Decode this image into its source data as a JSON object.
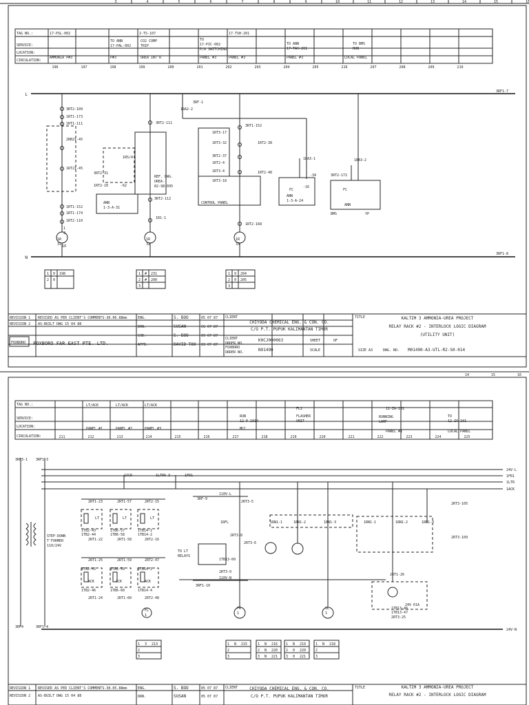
{
  "sheet1": {
    "columns": [
      "3",
      "4",
      "5",
      "6",
      "7",
      "8",
      "9",
      "10",
      "11",
      "12",
      "13",
      "14",
      "15",
      "16"
    ],
    "table": {
      "labels": [
        "TAG NO.:",
        "SERVICE:",
        "LOCATION:",
        "CIRCULATION:"
      ],
      "tags": [
        "17-PSL-002",
        "2-TS-107",
        "17-TSH-201"
      ],
      "services": [
        "TO ANN\n17-PAL-002",
        "CO2 COMP\nTRIP",
        "TO\n17-PIC-002\nP/A SWITCHING",
        "TO ANN\n17-TAH-201",
        "TO BMS\nRUN"
      ],
      "locations": [
        "AMMONIA P#3",
        "P#3",
        "UREA INT'R",
        "PANEL #3",
        "PANEL #3",
        "PANEL #3",
        "LOCAL PANEL"
      ],
      "circulation": [
        "196",
        "197",
        "198",
        "199",
        "200",
        "201",
        "202",
        "203",
        "204",
        "205",
        "216",
        "207",
        "208",
        "209",
        "210"
      ]
    },
    "bus_left": "L",
    "bus_right_top": "3RF1-7",
    "bus_right_bottom": "3RF1-8",
    "bus_n": "N",
    "labels": [
      "3RT2-109",
      "1RT1-173",
      "1RT1-111",
      "1RA2-2",
      "3RT2-111",
      "3RT1-152",
      "2RB2I-45",
      "1RT2I-45",
      "1R5/4",
      "3RT2-31",
      "1RT2-10",
      "1RT3-17",
      "1RT3-32",
      "3RT2-37",
      "1RT2-4",
      "1RT3-4",
      "1RT2-38",
      "1RT2-48",
      "1RT3-18",
      "3RF-1",
      "ANN\n1-3-A-31",
      "REF. DWG.\nUREA-\n82-SB-095",
      "3RT2-112",
      "1R1-1",
      "1RT1-152",
      "1RT1-174",
      "1RT2-110",
      "CONTROL PANEL",
      "1RT2-168",
      "ANN\n1-3-A-24",
      "3RT2-172",
      "1RA3-1",
      "1RA3-2",
      "ANN",
      "BMS",
      "FC",
      "FC",
      "-62",
      "-34",
      "-16",
      "YP",
      "1R\n31",
      "1R\n32",
      "1R\n33",
      "10",
      "1",
      "2"
    ],
    "xref": [
      {
        "rows": [
          [
            "1",
            "0",
            "198"
          ],
          [
            "2",
            "0",
            ""
          ]
        ]
      },
      {
        "rows": [
          [
            "1",
            "#",
            "231"
          ],
          [
            "2",
            "#",
            "200"
          ],
          [
            "3",
            "",
            ""
          ]
        ]
      },
      {
        "rows": [
          [
            "1",
            "9",
            "204"
          ],
          [
            "2",
            "0",
            "205"
          ],
          [
            "3",
            "",
            ""
          ]
        ]
      }
    ],
    "titleblock": {
      "revisions": [
        {
          "label": "REVISION 1",
          "text": "REVISED AS PER CLIENT'S COMMENTS-30.06.88mm"
        },
        {
          "label": "REVISION 2",
          "text": "AS-BUILT DWG  15 04 88"
        }
      ],
      "roles": [
        "ENG.",
        "DRN.",
        "CHD.",
        "APPD."
      ],
      "names": [
        "S. BOO",
        "SUSAN",
        "S. BOO",
        "DAVID TOO"
      ],
      "dates": [
        "05 07 87",
        "CG 07 87",
        "09 07 87",
        "03 07 87"
      ],
      "client_label": "CLIENT",
      "client_lines": [
        "CHIYODA CHEMICAL ENG. & CON. CO.",
        "C/O P.T. PUPUK KALIMANTAN TIMUR"
      ],
      "client_order_label": "CLIENT\nORDER NO.",
      "client_order": "K0CJ000063",
      "foxboro_order_label": "FOXBORO\nORDER NO.",
      "foxboro_order": "N91490",
      "sheet_label": "SHEET",
      "of_label": "OF",
      "scale_label": "SCALE",
      "size_label": "SIZE A3",
      "dwg_label": "DWG. NO.",
      "dwg_no": "M01490-A3-UTL-R2-S0-014",
      "title_label": "TITLE",
      "title_lines": [
        "KALTIM 3 AMMONIA-UREA PROJECT",
        "RELAY RACK #2 - INTERLOCK LOGIC DIAGRAM",
        "(UTILITY UNIT)"
      ],
      "company": "FOXBORO FAR EAST PTE. LTD.",
      "logo_text": "FOXBORO"
    }
  },
  "sheet2": {
    "columns": [
      "14",
      "15",
      "16"
    ],
    "table": {
      "labels": [
        "TAG NO.:",
        "SERVICE:",
        "LOCATION:",
        "CIRCULATION:"
      ],
      "tags": [
        "LT/ACK",
        "LT/ACK",
        "LT/ACK",
        "FL1",
        "12-ZA-101"
      ],
      "services": [
        "RUN\n12-P-1014",
        "FLASHER\nUNIT",
        "RUNNING\nLAMP",
        "TO\n12-ZA-101"
      ],
      "locations": [
        "PANEL #1",
        "PANEL #2",
        "PANEL #3",
        "MCC",
        "PANEL #1",
        "LOCAL PANEL"
      ],
      "circulation": [
        "211",
        "212",
        "213",
        "214",
        "215",
        "216",
        "217",
        "218",
        "219",
        "220",
        "221",
        "222",
        "223",
        "224",
        "225"
      ]
    },
    "bus_labels": [
      "24V-L",
      "1FR1",
      "1LTR",
      "1ACK",
      "24V-N",
      "110V-L",
      "110V-N"
    ],
    "labels": [
      "3RF3-1",
      "3RF1-3",
      "3RF1-4",
      "3RF4",
      "STEP-DOWN\nT'FORMER\n110/24V",
      "1ACR",
      "1LTR6-3",
      "1FR1",
      "2RT1-23",
      "2RT1-57",
      "2RT2-15",
      "1TB2-43",
      "1TB6-57",
      "1TB14-1",
      "LT",
      "LT",
      "LT",
      "1TB2-44",
      "1TB6-58",
      "1TB14-2",
      "2RT1-22",
      "2RT1-58",
      "2RT2-16",
      "TO LT\nRELAYS",
      "2RT1-25",
      "2RT1-59",
      "2RT2-47",
      "1TB2-45",
      "1TB6-59",
      "1TB14-3",
      "ACK",
      "ACK",
      "ACK",
      "1TB2-46",
      "1TB6-60",
      "1TB14-4",
      "2RT1-24",
      "2RT1-60",
      "2RT2-48",
      "2RT3-5",
      "1RFL",
      "2RT3-8",
      "1TB13-60",
      "2RT3-9",
      "3RF-9",
      "3RF1-10",
      "2RT3-6",
      "1RN1-1",
      "1RN1-2",
      "1RN1-3",
      "1RN1-1",
      "1RN1-2",
      "1RN1-3",
      "2RT3-105",
      "2RT3-109",
      "2RT1-26",
      "1TB13-46",
      "1TB13-47",
      "24V 61A",
      "2RT3-25",
      "FR\n1",
      "1L\n1",
      "FL\n1"
    ],
    "xref": [
      {
        "rows": [
          [
            "1",
            "3",
            "213"
          ],
          [
            "2",
            "",
            ""
          ],
          [
            "3",
            "",
            ""
          ]
        ]
      },
      {
        "rows": [
          [
            "1",
            "N",
            "215"
          ],
          [
            "2",
            "",
            ""
          ],
          [
            "3",
            "",
            ""
          ]
        ]
      },
      {
        "rows": [
          [
            "1",
            "N",
            "216"
          ],
          [
            "2",
            "N",
            "220"
          ],
          [
            "3",
            "N",
            "221"
          ]
        ]
      },
      {
        "rows": [
          [
            "1",
            "N",
            "219"
          ],
          [
            "2",
            "0",
            "220"
          ],
          [
            "3",
            "0",
            "221"
          ]
        ]
      },
      {
        "rows": [
          [
            "1",
            "N",
            "218"
          ],
          [
            "2",
            "",
            ""
          ],
          [
            "3",
            "",
            ""
          ]
        ]
      }
    ],
    "titleblock": {
      "revisions": [
        {
          "label": "REVISION 1",
          "text": "REVISED AS PER CLIENT'S COMMENTS-30.05.88mm"
        },
        {
          "label": "REVISION 2",
          "text": "AS-BUILT DWG  15 04 88"
        }
      ],
      "roles": [
        "ENG.",
        "DRN."
      ],
      "names": [
        "S. BOO",
        "SUSAN"
      ],
      "dates": [
        "05 07 87",
        "05 07 87"
      ],
      "client_label": "CLIENT",
      "client_lines": [
        "CHIYODA CHEMICAL ENG. & CON. CO.",
        "C/O P.T. PUPUK KALIMANTAN TIMUR"
      ],
      "title_label": "TITLE",
      "title_lines": [
        "KALTIM 3 AMMONIA-UREA PROJECT",
        "RELAY RACK #2 - INTERLOCK LOGIC DIAGRAM"
      ]
    }
  }
}
